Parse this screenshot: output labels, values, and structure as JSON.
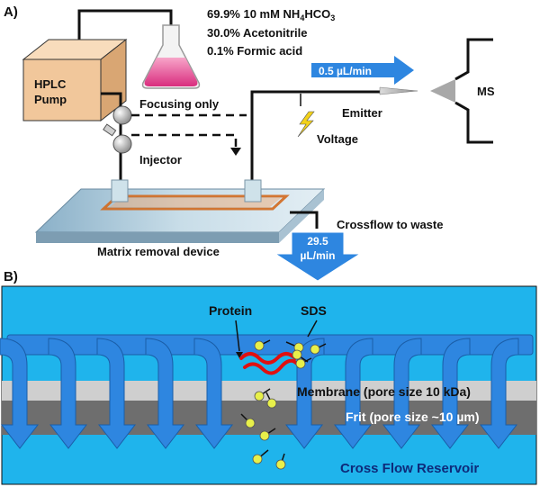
{
  "panel_a": {
    "label": "A)",
    "solvent_lines": [
      "69.9% 10 mM NH",
      "30.0% Acetonitrile",
      "0.1% Formic acid"
    ],
    "solvent_formula": {
      "sub1": "4",
      "mid": "HCO",
      "sub2": "3"
    },
    "pump_label": [
      "HPLC",
      "Pump"
    ],
    "focusing_label": "Focusing only",
    "injector_label": "Injector",
    "flow_rate_label": "0.5 µL/min",
    "emitter_label": "Emitter",
    "ms_label": "MS",
    "voltage_label": "Voltage",
    "crossflow_label": "Crossflow to waste",
    "crossflow_rate_label": [
      "29.5",
      "µL/min"
    ],
    "device_label": "Matrix removal device"
  },
  "panel_b": {
    "label": "B)",
    "protein_label": "Protein",
    "sds_label": "SDS",
    "membrane_label": "Membrane (pore size 10 kDa)",
    "frit_label": "Frit (pore size ~10 µm)",
    "reservoir_label": "Cross Flow Reservoir"
  },
  "colors": {
    "channel_blue": "#1fb4ec",
    "flow_arrow_blue": "#2e86e0",
    "arrow_dark_blue": "#2166b8",
    "membrane_gray": "#cfcfcf",
    "frit_gray": "#6e6e6e",
    "protein_red": "#e01010",
    "sds_yellow": "#e8f04a",
    "flask_pink": "#e8478f",
    "pump_orange": "#f1c79b"
  }
}
